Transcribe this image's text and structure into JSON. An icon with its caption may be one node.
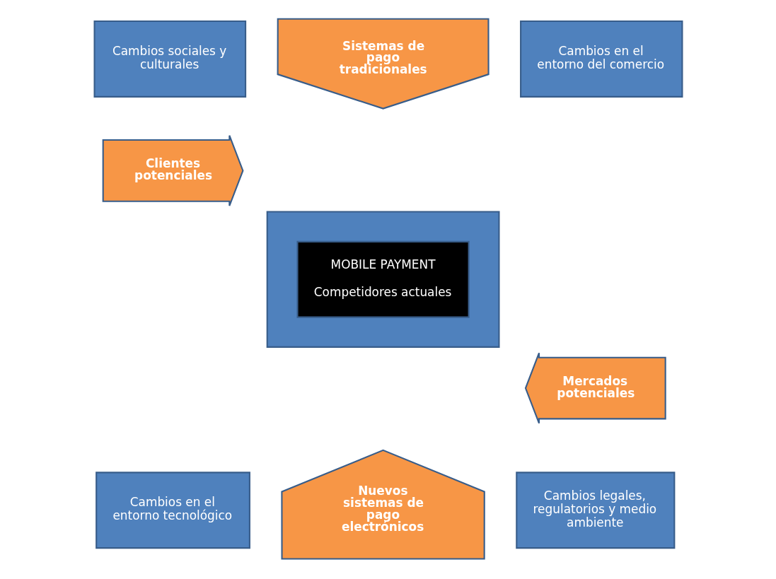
{
  "diagram": {
    "nodes": [
      {
        "text": [],
        "shape": "box"
      },
      {
        "text": [
          "Cambios sociales y culturales"
        ]
      },
      {
        "text": [
          "Sistemas de pago tradicionales"
        ]
      },
      {
        "text": [
          "Cambios en el entorno del comercio"
        ]
      },
      {
        "text": [
          "Clientes potenciales"
        ]
      },
      {
        "text": [
          "MOBILE PAYMENT",
          "Competidores actuales"
        ],
        "in": 0
      },
      {
        "text": [
          "Mercados potenciales"
        ]
      },
      {
        "text": [
          "Cambios en el entorno tecnológico"
        ]
      },
      {
        "text": [
          "Nuevos sistemas de pago electrónicos"
        ]
      },
      {
        "text": [
          "Cambios legales, regulatorios y medio ambiente"
        ]
      }
    ]
  }
}
